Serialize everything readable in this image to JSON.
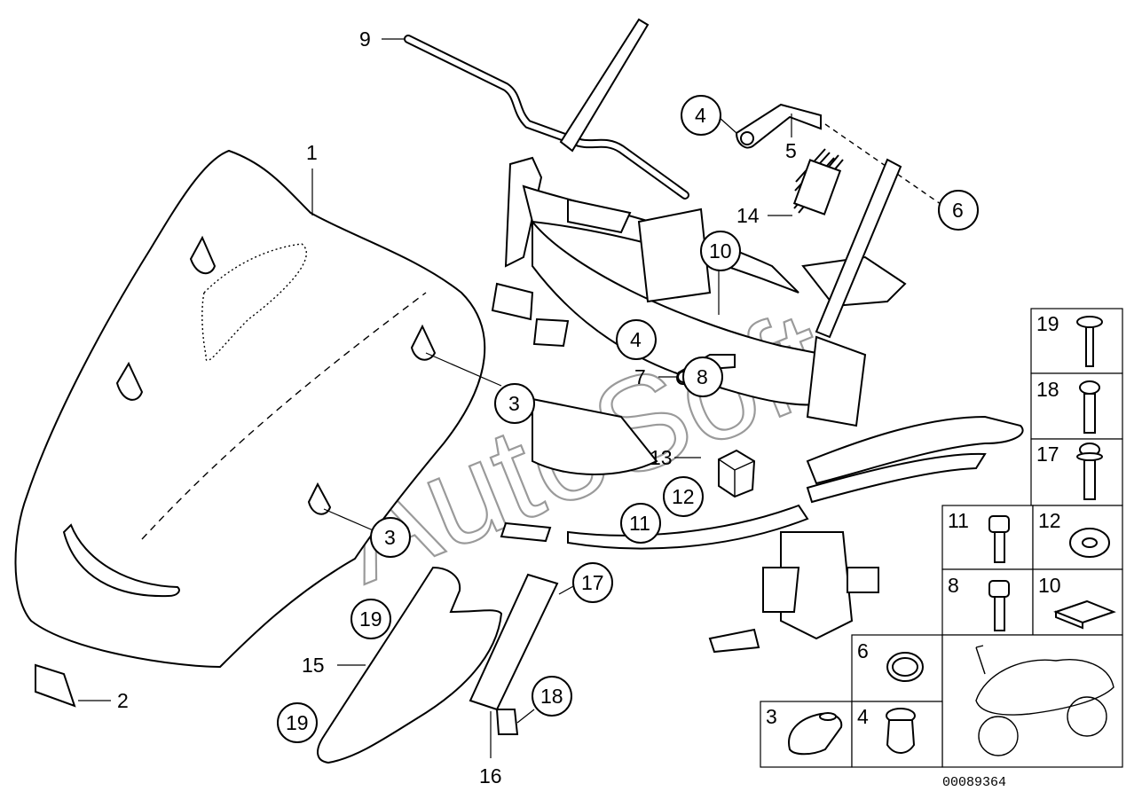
{
  "watermark": "AutoSoft",
  "catalog_number": "00089364",
  "callouts": {
    "c1": "1",
    "c2": "2",
    "c3a": "3",
    "c3b": "3",
    "c4a": "4",
    "c4b": "4",
    "c5": "5",
    "c6": "6",
    "c7": "7",
    "c8": "8",
    "c9": "9",
    "c10": "10",
    "c11": "11",
    "c12": "12",
    "c13": "13",
    "c14": "14",
    "c15": "15",
    "c16": "16",
    "c17": "17",
    "c18": "18",
    "c19a": "19",
    "c19b": "19"
  },
  "legend": {
    "p19": "19",
    "p18": "18",
    "p17": "17",
    "p11": "11",
    "p12": "12",
    "p8": "8",
    "p10": "10",
    "p6": "6",
    "p3": "3",
    "p4": "4"
  }
}
